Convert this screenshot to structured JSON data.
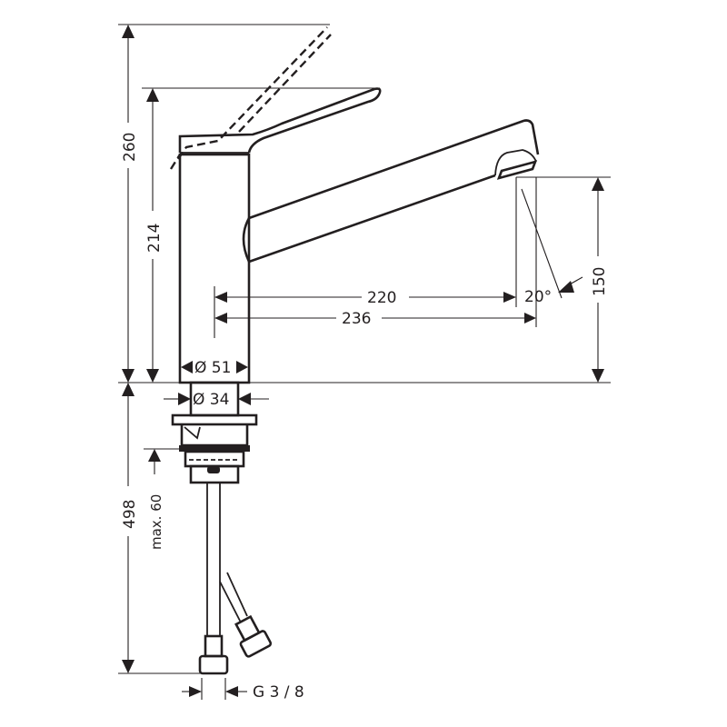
{
  "drawing": {
    "subject": "Single lever kitchen mixer — dimensional drawing",
    "line_color": "#231f20",
    "background": "#ffffff"
  },
  "dimensions": {
    "total_height": "260",
    "body_height": "214",
    "spout_height": "150",
    "spout_reach_inner": "220",
    "spout_reach_outer": "236",
    "spray_angle": "20°",
    "body_diameter": "Ø 51",
    "shank_diameter": "Ø 34",
    "below_counter_length": "498",
    "max_counter_thickness": "max. 60",
    "connection_thread": "G 3 / 8"
  }
}
